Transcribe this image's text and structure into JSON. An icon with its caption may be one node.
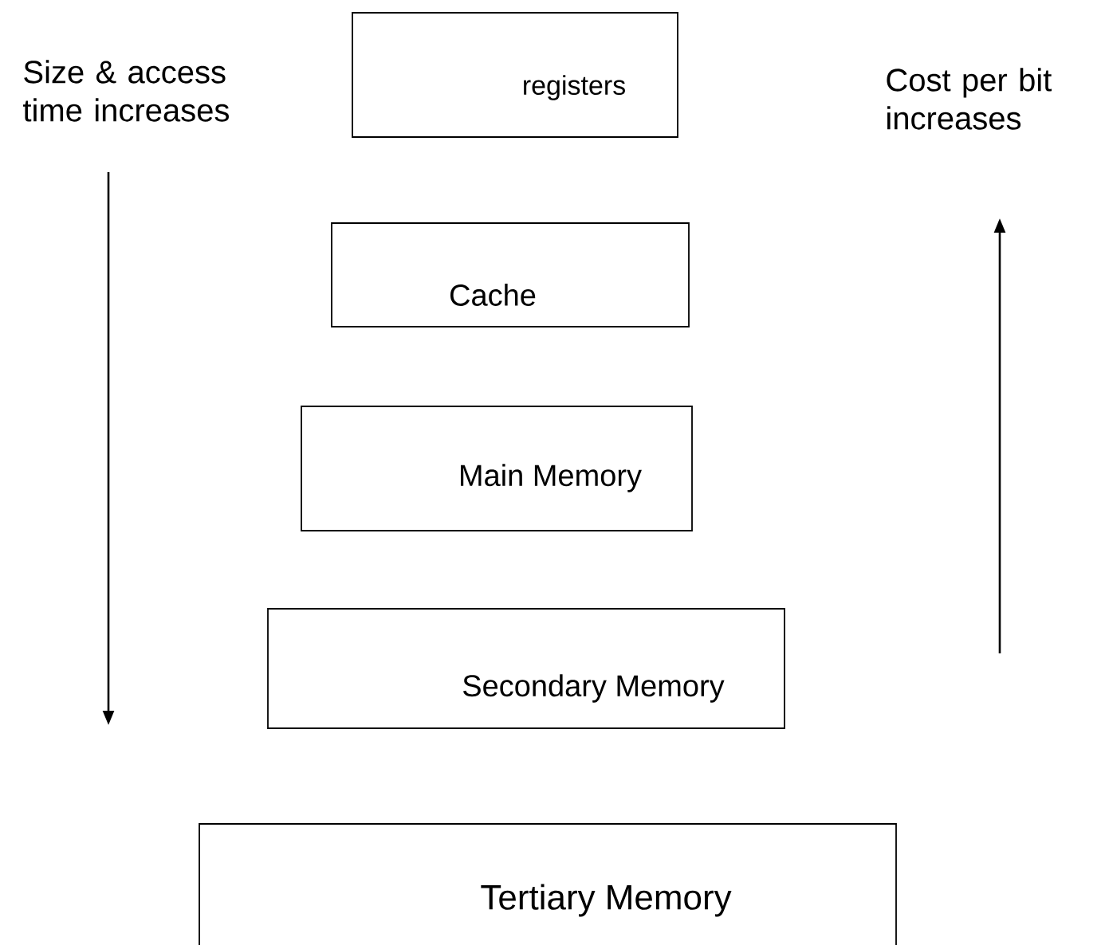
{
  "diagram": {
    "nodes": [
      {
        "text": [
          "registers"
        ]
      },
      {
        "text": [
          "Cache"
        ]
      },
      {
        "text": [
          "Main Memory"
        ]
      },
      {
        "text": [
          "Secondary Memory"
        ]
      },
      {
        "text": [
          "Tertiary Memory"
        ]
      }
    ],
    "labels": [
      "Size & access time increases",
      "Cost per bit increases"
    ]
  }
}
